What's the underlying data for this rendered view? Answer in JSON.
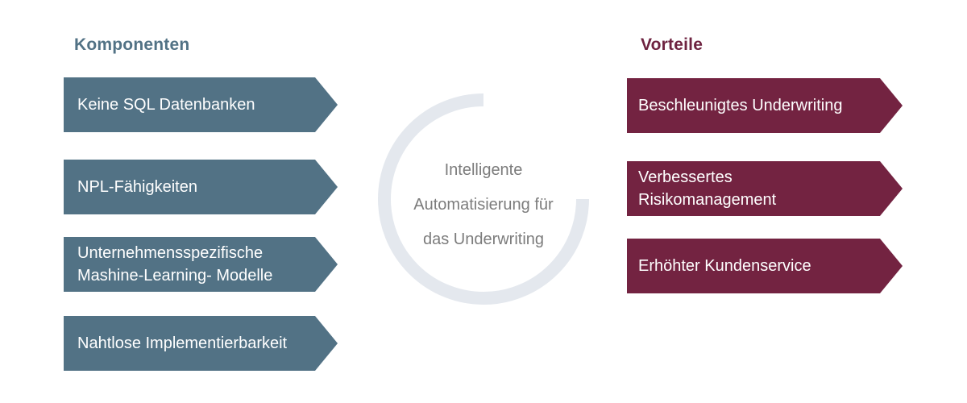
{
  "left": {
    "heading": "Komponenten",
    "items": [
      {
        "label": "Keine SQL Datenbanken"
      },
      {
        "label": "NPL-Fähigkeiten"
      },
      {
        "label": "Unternehmensspezifische\nMashine-Learning- Modelle"
      },
      {
        "label": "Nahtlose Implementierbarkeit"
      }
    ]
  },
  "center": {
    "text": "Intelligente\nAutomatisierung für\ndas Underwriting"
  },
  "right": {
    "heading": "Vorteile",
    "items": [
      {
        "label": "Beschleunigtes Underwriting"
      },
      {
        "label": "Verbessertes\nRisikomanagement"
      },
      {
        "label": "Erhöhter Kundenservice"
      }
    ]
  },
  "colors": {
    "components": "#527285",
    "benefits": "#732341",
    "ring": "#e4e8ee",
    "center_text": "#7c7c7c"
  }
}
